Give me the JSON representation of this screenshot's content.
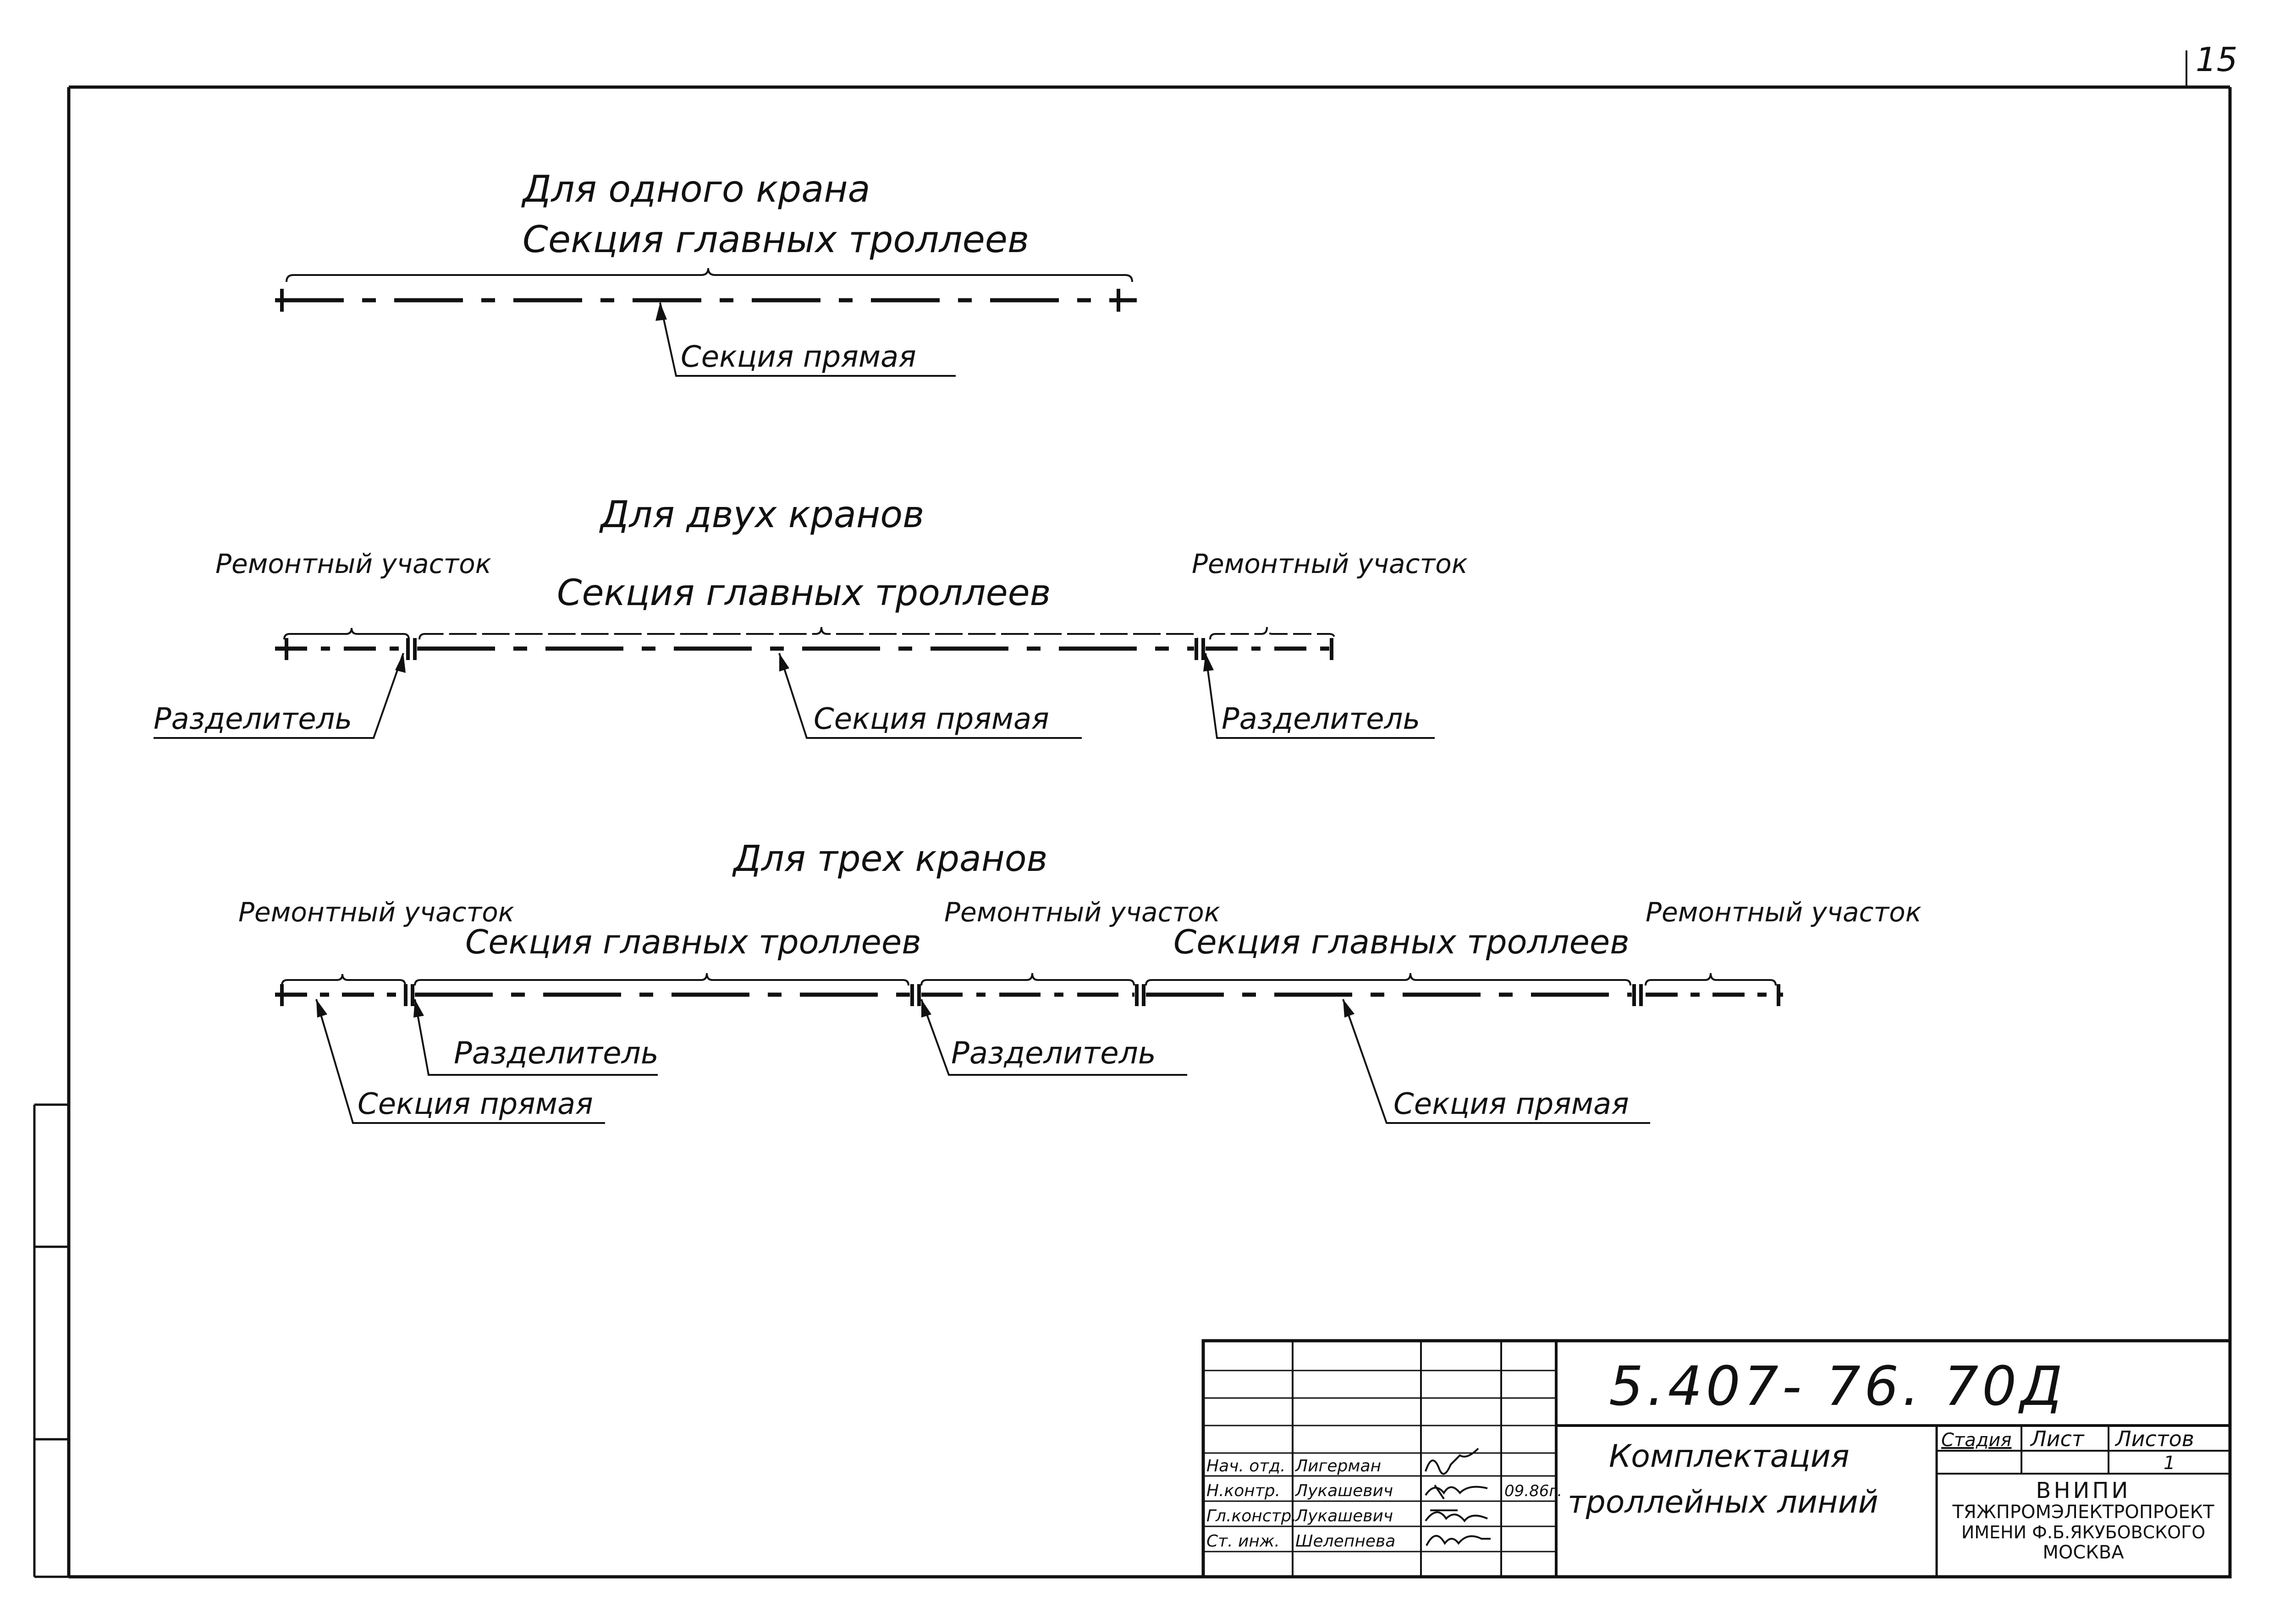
{
  "page_number": "15",
  "sections": [
    {
      "title": "Для одного крана",
      "main_section_label": "Секция главных троллеев",
      "straight_label": "Секция прямая"
    },
    {
      "title": "Для двух кранов",
      "repair_left": "Ремонтный участок",
      "main_section_label": "Секция главных троллеев",
      "repair_right": "Ремонтный участок",
      "divider_left": "Разделитель",
      "straight_label": "Секция прямая",
      "divider_right": "Разделитель"
    },
    {
      "title": "Для трех кранов",
      "repair_1": "Ремонтный участок",
      "main_1": "Секция главных троллеев",
      "repair_2": "Ремонтный участок",
      "main_2": "Секция главных троллеев",
      "repair_3": "Ремонтный участок",
      "divider_1": "Разделитель",
      "divider_2": "Разделитель",
      "straight_1": "Секция прямая",
      "straight_2": "Секция прямая"
    }
  ],
  "title_block": {
    "doc_code": "5.407- 76. 70Д",
    "doc_title_1": "Комплектация",
    "doc_title_2": "троллейных линий",
    "col_stage": "Стадия",
    "col_sheet": "Лист",
    "col_sheets": "Листов",
    "sheets_value": "1",
    "org_1": "ВНИПИ",
    "org_2": "ТЯЖПРОМЭЛЕКТРОПРОЕКТ",
    "org_3": "ИМЕНИ Ф.Б.ЯКУБОВСКОГО",
    "org_4": "МОСКВА",
    "date": "09.86г.",
    "signatures": [
      {
        "role": "Нач. отд.",
        "name": "Лигерман"
      },
      {
        "role": "Н.контр.",
        "name": "Лукашевич"
      },
      {
        "role": "Гл.констр.",
        "name": "Лукашевич"
      },
      {
        "role": "Ст. инж.",
        "name": "Шелепнева"
      }
    ]
  }
}
